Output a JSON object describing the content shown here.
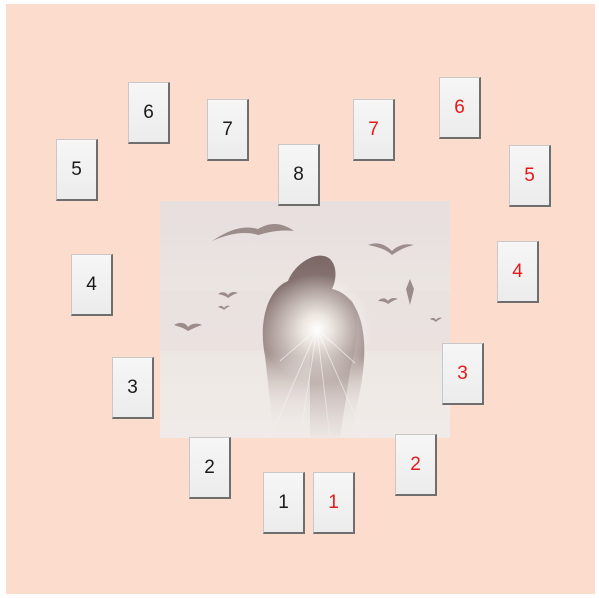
{
  "colors": {
    "background": "#fbdccd",
    "left_card_text": "#1a1a1a",
    "right_card_text": "#e11b1b"
  },
  "image": {
    "subject": "embracing-couple-with-birds"
  },
  "left_cards": [
    {
      "number": "1"
    },
    {
      "number": "2"
    },
    {
      "number": "3"
    },
    {
      "number": "4"
    },
    {
      "number": "5"
    },
    {
      "number": "6"
    },
    {
      "number": "7"
    },
    {
      "number": "8"
    }
  ],
  "right_cards": [
    {
      "number": "1"
    },
    {
      "number": "2"
    },
    {
      "number": "3"
    },
    {
      "number": "4"
    },
    {
      "number": "5"
    },
    {
      "number": "6"
    },
    {
      "number": "7"
    }
  ]
}
